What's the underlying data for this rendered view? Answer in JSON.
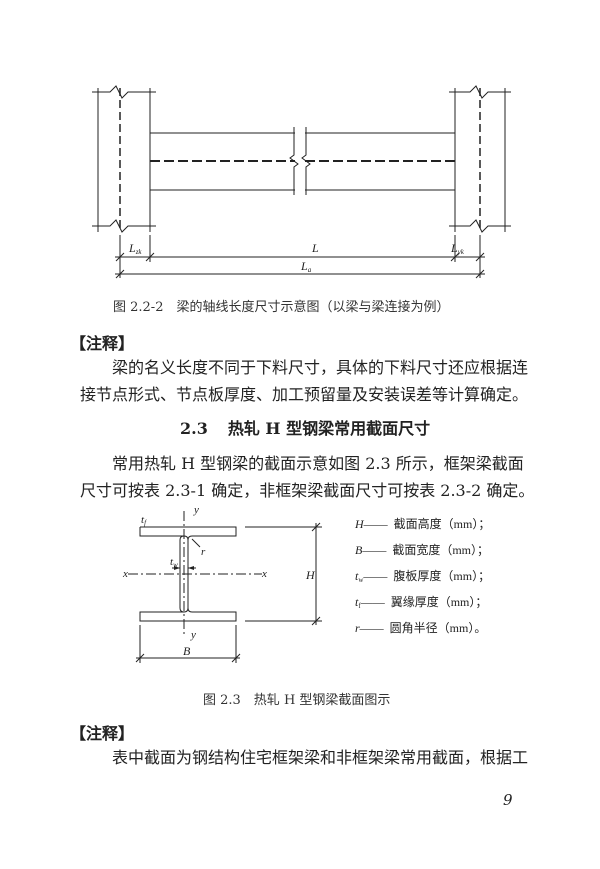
{
  "figure1": {
    "caption": "图 2.2-2　梁的轴线长度尺寸示意图（以梁与梁连接为例）",
    "dim_left": "L",
    "dim_left_sub": "zk",
    "dim_mid": "L",
    "dim_right": "L",
    "dim_right_sub": "yk",
    "dim_total": "L",
    "dim_total_sub": "a"
  },
  "note1": {
    "head": "【注释】",
    "lines": [
      "梁的名义长度不同于下料尺寸，具体的下料尺寸还应根据连",
      "接节点形式、节点板厚度、加工预留量及安装误差等计算确定。"
    ]
  },
  "section": {
    "number": "2.3",
    "title": "热轧 H 型钢梁常用截面尺寸"
  },
  "paragraph": {
    "lines": [
      "常用热轧 H 型钢梁的截面示意如图 2.3 所示，框架梁截面",
      "尺寸可按表 2.3-1 确定，非框架梁截面尺寸可按表 2.3-2 确定。"
    ]
  },
  "figure2": {
    "caption": "图 2.3　热轧 H 型钢梁截面图示",
    "labels": {
      "y_top": "y",
      "y_bottom": "y",
      "x_left": "x",
      "x_right": "x",
      "tf": "t",
      "tf_sub": "f",
      "tw": "t",
      "tw_sub": "w",
      "r": "r",
      "H": "H",
      "B": "B"
    },
    "legend": [
      {
        "sym": "H",
        "sub": "",
        "dash": "——",
        "desc": "截面高度（mm）；"
      },
      {
        "sym": "B",
        "sub": "",
        "dash": "——",
        "desc": "截面宽度（mm）；"
      },
      {
        "sym": "t",
        "sub": "w",
        "dash": "——",
        "desc": "腹板厚度（mm）；"
      },
      {
        "sym": "t",
        "sub": "f",
        "dash": "——",
        "desc": "翼缘厚度（mm）；"
      },
      {
        "sym": "r",
        "sub": "",
        "dash": "——",
        "desc": "圆角半径（mm）。"
      }
    ]
  },
  "note2": {
    "head": "【注释】",
    "lines": [
      "表中截面为钢结构住宅框架梁和非框架梁常用截面，根据工"
    ]
  },
  "page_number": "9"
}
